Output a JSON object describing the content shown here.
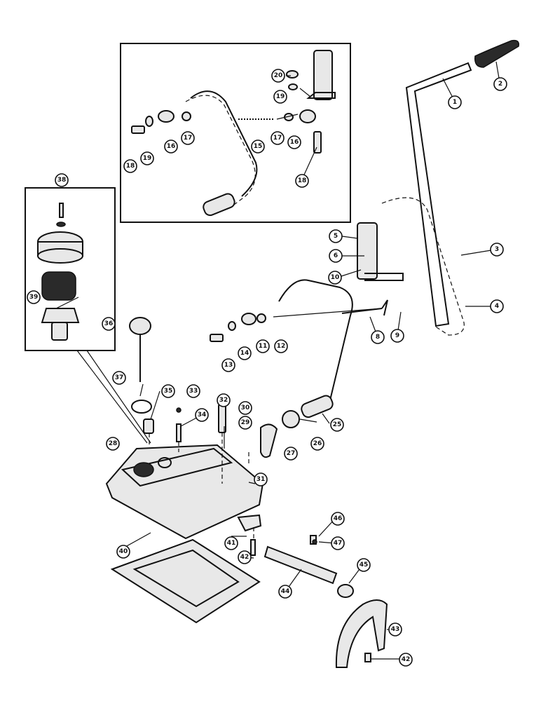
{
  "callouts": [
    {
      "label": "1"
    },
    {
      "label": "2"
    },
    {
      "label": "3"
    },
    {
      "label": "4"
    },
    {
      "label": "5"
    },
    {
      "label": "6"
    },
    {
      "label": "8"
    },
    {
      "label": "9"
    },
    {
      "label": "10"
    },
    {
      "label": "11"
    },
    {
      "label": "12"
    },
    {
      "label": "13"
    },
    {
      "label": "14"
    },
    {
      "label": "15"
    },
    {
      "label": "16"
    },
    {
      "label": "16"
    },
    {
      "label": "17"
    },
    {
      "label": "17"
    },
    {
      "label": "18"
    },
    {
      "label": "18"
    },
    {
      "label": "19"
    },
    {
      "label": "19"
    },
    {
      "label": "20"
    },
    {
      "label": "25"
    },
    {
      "label": "26"
    },
    {
      "label": "27"
    },
    {
      "label": "28"
    },
    {
      "label": "29"
    },
    {
      "label": "30"
    },
    {
      "label": "31"
    },
    {
      "label": "32"
    },
    {
      "label": "33"
    },
    {
      "label": "34"
    },
    {
      "label": "35"
    },
    {
      "label": "36"
    },
    {
      "label": "37"
    },
    {
      "label": "38"
    },
    {
      "label": "39"
    },
    {
      "label": "40"
    },
    {
      "label": "41"
    },
    {
      "label": "42"
    },
    {
      "label": "42"
    },
    {
      "label": "43"
    },
    {
      "label": "44"
    },
    {
      "label": "45"
    },
    {
      "label": "46"
    },
    {
      "label": "47"
    }
  ]
}
